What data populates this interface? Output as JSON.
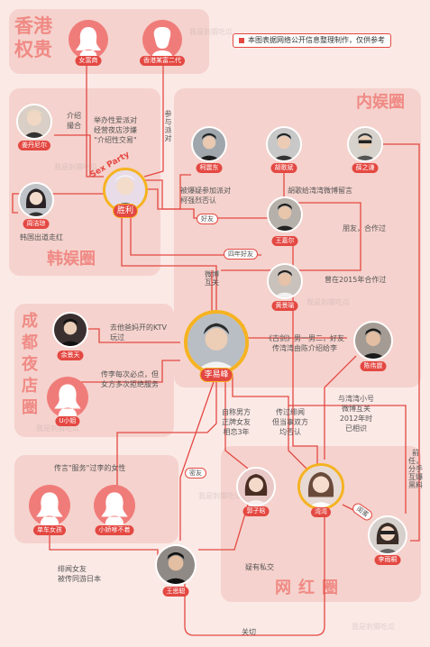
{
  "zones": {
    "hk": "香港\n权贵",
    "korea": "韩娱圈",
    "inner": "内娱圈",
    "chengdu": "成\n都\n夜\n店\n圈",
    "wanghong": "网红圈"
  },
  "notice": "本图表据网络公开信息整理制作，仅供参考",
  "people": {
    "nvfushang": "女富商",
    "hk_erdai": "香港某富二代",
    "jiangdanni": "姜丹尼尔",
    "shengli": "胜利",
    "zhoujie": "周洁琼",
    "kexuedong": "柯震东",
    "hujunbin": "胡歌斌",
    "xuezhiqian": "薛之谦",
    "wangjiaer": "王嘉尔",
    "huangjingyu": "黄景瑜",
    "yuzhangtian": "余景天",
    "uxiaojie": "U小姐",
    "liyifeng": "李易峰",
    "chenweiting": "陈伟霆",
    "danchenvhai": "单车女孩",
    "xiaoqiao": "小娇嗲不着",
    "guozihan": "郭子晗",
    "wanwan": "湾湾",
    "liyutong": "李雨桐",
    "wangsicong": "王思聪"
  },
  "relations": {
    "jieshao": "介绍\n撮合",
    "hk_text": "举办性爱派对\n经营夜店涉嫌\n\"介绍性交易\"",
    "canyu": "参与派对",
    "sexparty": "Sex Party",
    "kexuedong_text": "被爆疑参加派对\n柯强烈否认",
    "hujunbin_text": "胡歌给湾湾微博留言",
    "haoyou": "好友",
    "pengyou": "朋友，合作过",
    "sinian": "四年好友",
    "hezuo2015": "曾在2015年合作过",
    "zhoujie_text": "韩国出道走红",
    "weibo": "微博互关",
    "ktv": "去他爸妈开的KTV\n玩过",
    "gujian": "《古剑》男一男二，好友\n传湾湾由陈介绍给李",
    "uxiaojie_text": "传李每次必点，但\n女方多次拒绝服务",
    "zhengjiao": "自称男方\n正牌女友\n相恋3年",
    "feiwen": "传过绯闻\n但当事双方\n均否认",
    "wanwan_text": "与湾湾小号\n微博互关\n2012年时\n已相识",
    "qianren": "前任，\n分手互爆黑料",
    "fuwu": "传言\"服务\"过李的女性",
    "miyou": "密友",
    "guimi": "闺蜜",
    "wangsicong_text": "绯闻女友\n被传同游日本",
    "siji": "疑有私交",
    "guanqie": "关切"
  },
  "watermark": "我是刺猬吃瓜"
}
